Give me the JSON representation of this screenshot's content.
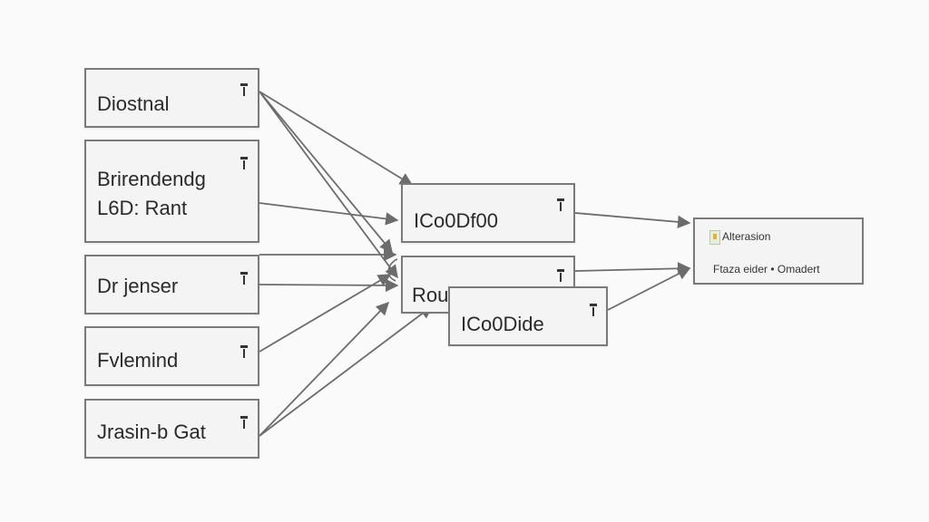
{
  "nodes": {
    "input_1": {
      "label": "Diostnal"
    },
    "input_2": {
      "label": "Brirendendg\nL6D: Rant"
    },
    "input_3": {
      "label": "Dr jenser"
    },
    "input_4": {
      "label": "Fvlemind"
    },
    "input_5": {
      "label": "Jrasin-b Gat"
    },
    "middle_1": {
      "label": "ICo0Df00"
    },
    "middle_2": {
      "label": "Rou"
    },
    "middle_3": {
      "label": "ICo0Dide"
    },
    "output": {
      "title": "Alterasion",
      "subtitle": "Ftaza eider • Omadert"
    }
  },
  "colors": {
    "edge": "#6c6c6c",
    "box_border": "#7a7a7a",
    "box_fill": "#f4f4f4"
  }
}
